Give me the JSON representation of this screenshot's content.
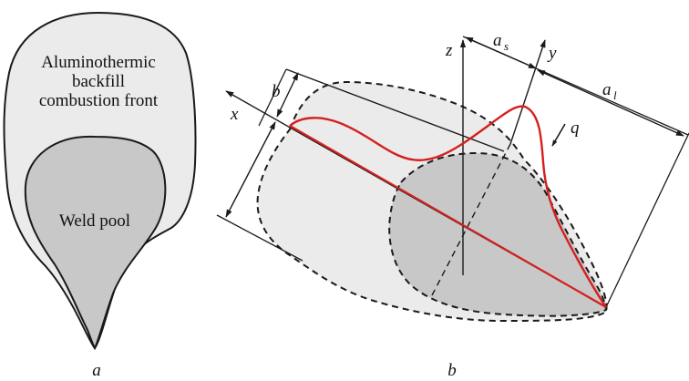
{
  "panel_a": {
    "label": "a",
    "front_label_lines": [
      "Aluminothermic",
      "backfill",
      "combustion front"
    ],
    "pool_label": "Weld pool"
  },
  "panel_b": {
    "label": "b",
    "axes": {
      "x": "x",
      "y": "y",
      "z": "z"
    },
    "dims": {
      "b": "b",
      "as_main": "a",
      "as_sub": "s",
      "al_main": "a",
      "al_sub": "l"
    },
    "heat_flux": "q"
  },
  "colors": {
    "front_fill": "#ebebeb",
    "pool_fill": "#c8c8c8",
    "outline": "#1a1a1a",
    "heat_curve": "#d42020"
  },
  "icons": {
    "dimension_arrow": "double-headed-arrow",
    "axis_arrow": "arrow-head"
  }
}
